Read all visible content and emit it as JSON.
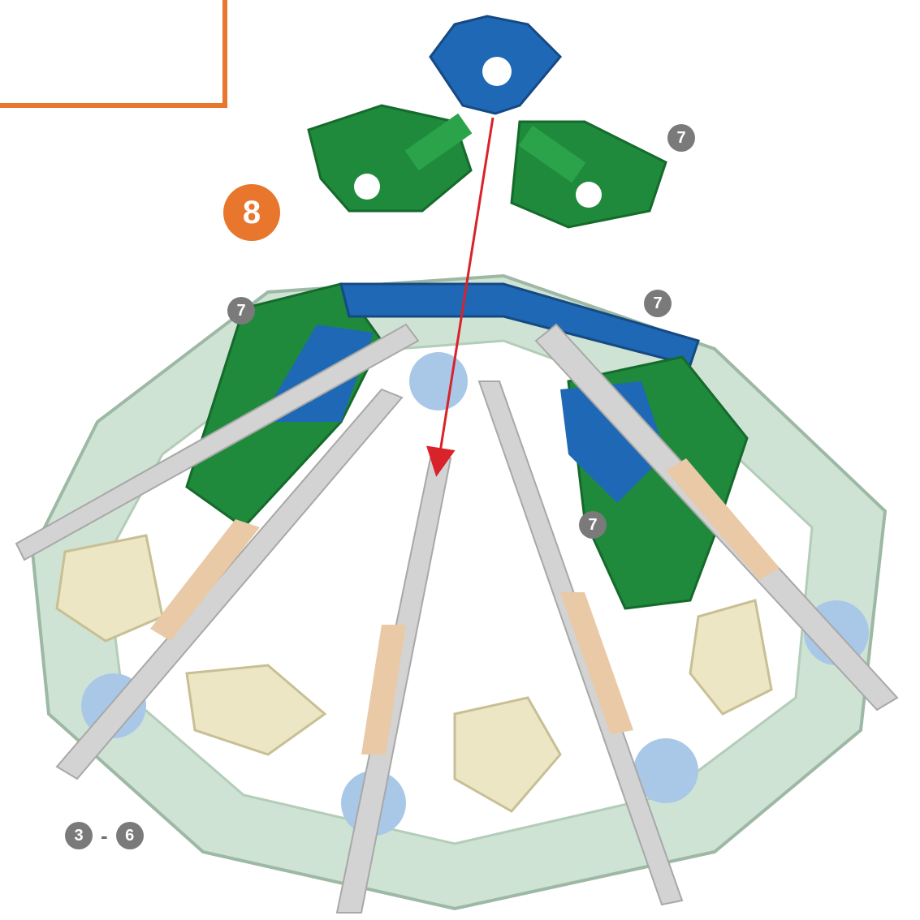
{
  "colors": {
    "accent": "#e8762d",
    "badge_gray": "#7a7a7a",
    "arrow": "#d8232a",
    "green": "#1f8a3b",
    "blue": "#1f68b5",
    "light_blue": "#a9c8e8",
    "mint": "#cfe3d4",
    "cream": "#ece6c4",
    "gray_rod": "#d3d3d3",
    "tan_rod": "#e9c9a6"
  },
  "step": {
    "number": "8"
  },
  "refs": {
    "top_right": "7",
    "left": "7",
    "right": "7",
    "middle": "7",
    "range_start": "3",
    "range_sep": "-",
    "range_end": "6"
  }
}
